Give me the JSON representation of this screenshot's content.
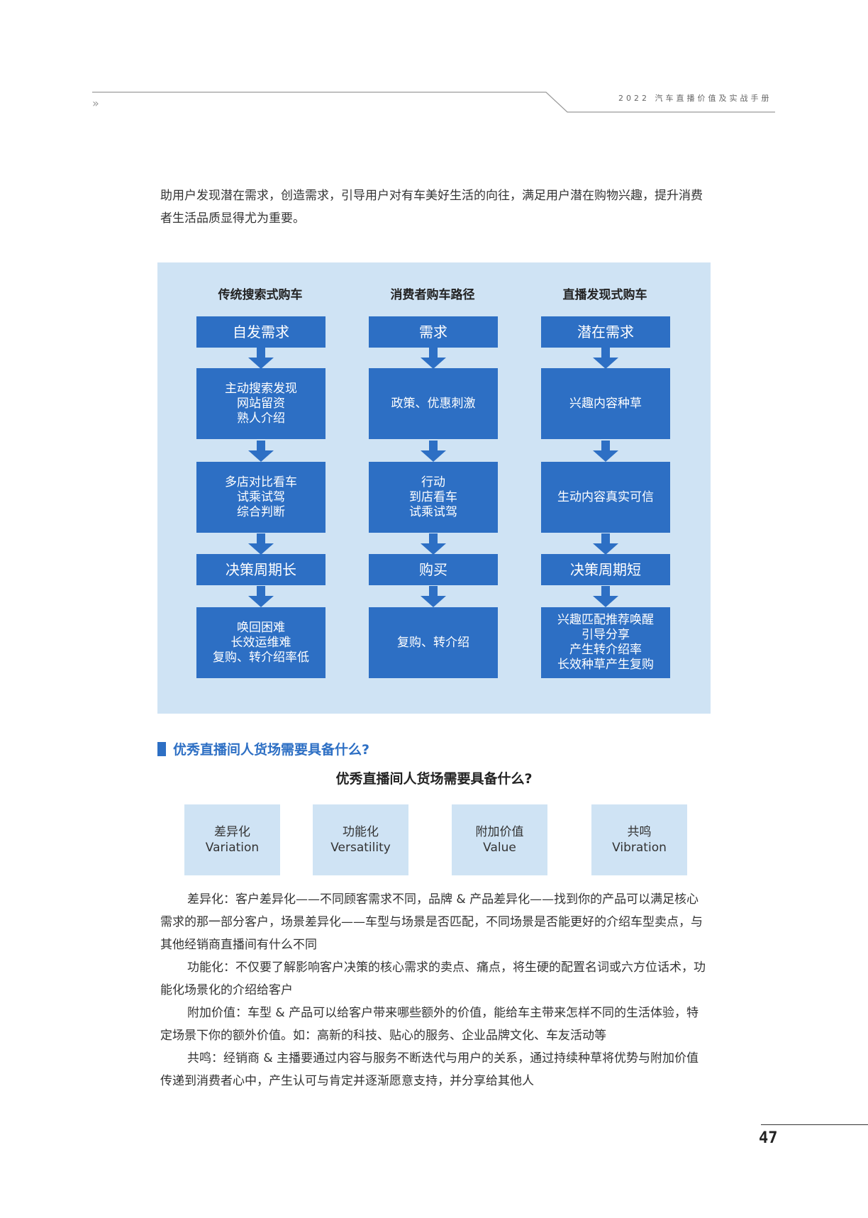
{
  "header": {
    "chevron": "››",
    "title": "2022 汽车直播价值及实战手册"
  },
  "intro_paragraph": "助用户发现潜在需求，创造需求，引导用户对有车美好生活的向往，满足用户潜在购物兴趣，提升消费者生活品质显得尤为重要。",
  "diagram": {
    "columns": [
      {
        "title": "传统搜索式购车",
        "boxes": [
          "自发需求",
          "主动搜索发现\n网站留资\n熟人介绍",
          "多店对比看车\n试乘试驾\n综合判断",
          "决策周期长",
          "唤回困难\n长效运维难\n复购、转介绍率低"
        ]
      },
      {
        "title": "消费者购车路径",
        "boxes": [
          "需求",
          "政策、优惠刺激",
          "行动\n到店看车\n试乘试驾",
          "购买",
          "复购、转介绍"
        ]
      },
      {
        "title": "直播发现式购车",
        "boxes": [
          "潜在需求",
          "兴趣内容种草",
          "生动内容真实可信",
          "决策周期短",
          "兴趣匹配推荐唤醒\n引导分享\n产生转介绍率\n长效种草产生复购"
        ]
      }
    ]
  },
  "section": {
    "heading": "优秀直播间人货场需要具备什么?",
    "subtitle": "优秀直播间人货场需要具备什么?",
    "cards": [
      {
        "cn": "差异化",
        "en": "Variation"
      },
      {
        "cn": "功能化",
        "en": "Versatility"
      },
      {
        "cn": "附加价值",
        "en": "Value"
      },
      {
        "cn": "共鸣",
        "en": "Vibration"
      }
    ]
  },
  "body_paragraphs": [
    "差异化：客户差异化——不同顾客需求不同，品牌 & 产品差异化——找到你的产品可以满足核心需求的那一部分客户，场景差异化——车型与场景是否匹配，不同场景是否能更好的介绍车型卖点，与其他经销商直播间有什么不同",
    "功能化：不仅要了解影响客户决策的核心需求的卖点、痛点，将生硬的配置名词或六方位话术，功能化场景化的介绍给客户",
    "附加价值：车型 & 产品可以给客户带来哪些额外的价值，能给车主带来怎样不同的生活体验，特定场景下你的额外价值。如：高新的科技、贴心的服务、企业品牌文化、车友活动等",
    "共鸣：经销商 & 主播要通过内容与服务不断迭代与用户的关系，通过持续种草将优势与附加价值传递到消费者心中，产生认可与肯定并逐渐愿意支持，并分享给其他人"
  ],
  "page_number": "47",
  "colors": {
    "box_blue": "#2d6fc4",
    "panel_light_blue": "#cfe3f4",
    "text": "#333333"
  }
}
